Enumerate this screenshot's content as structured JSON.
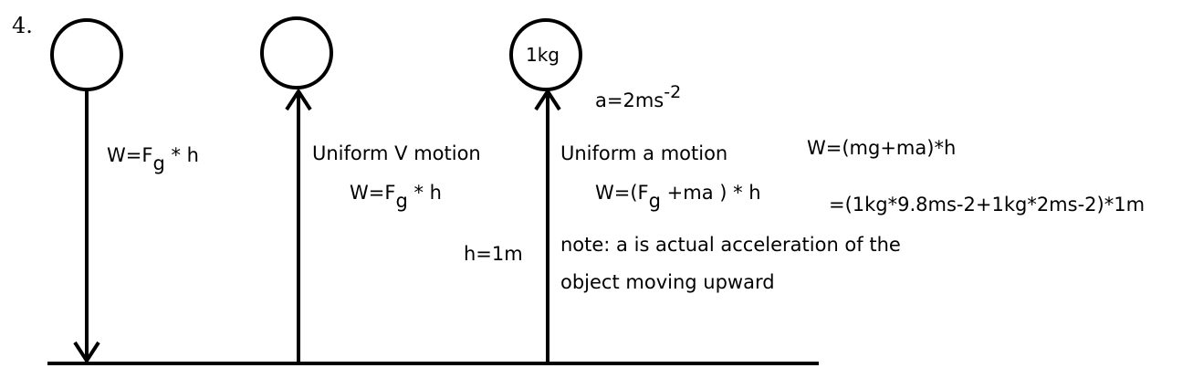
{
  "problem_number": "4.",
  "mass_label": "1kg",
  "acceleration": {
    "base": "a=2ms",
    "exponent": "-2"
  },
  "case1": {
    "formula_prefix": "W=F",
    "formula_sub": "g",
    "formula_suffix": " * h"
  },
  "case2": {
    "title": "Uniform V motion",
    "formula_prefix": "W=F",
    "formula_sub": "g",
    "formula_suffix": " * h"
  },
  "case3": {
    "title": "Uniform a motion",
    "formula_prefix": "W=(F",
    "formula_sub": "g",
    "formula_suffix": " +ma ) * h",
    "formula2": "W=(mg+ma)*h",
    "substitution": "=(1kg*9.8ms-2+1kg*2ms-2)*1m",
    "height": "h=1m",
    "note_line1": "note: a is actual acceleration of the",
    "note_line2": "object moving upward"
  }
}
